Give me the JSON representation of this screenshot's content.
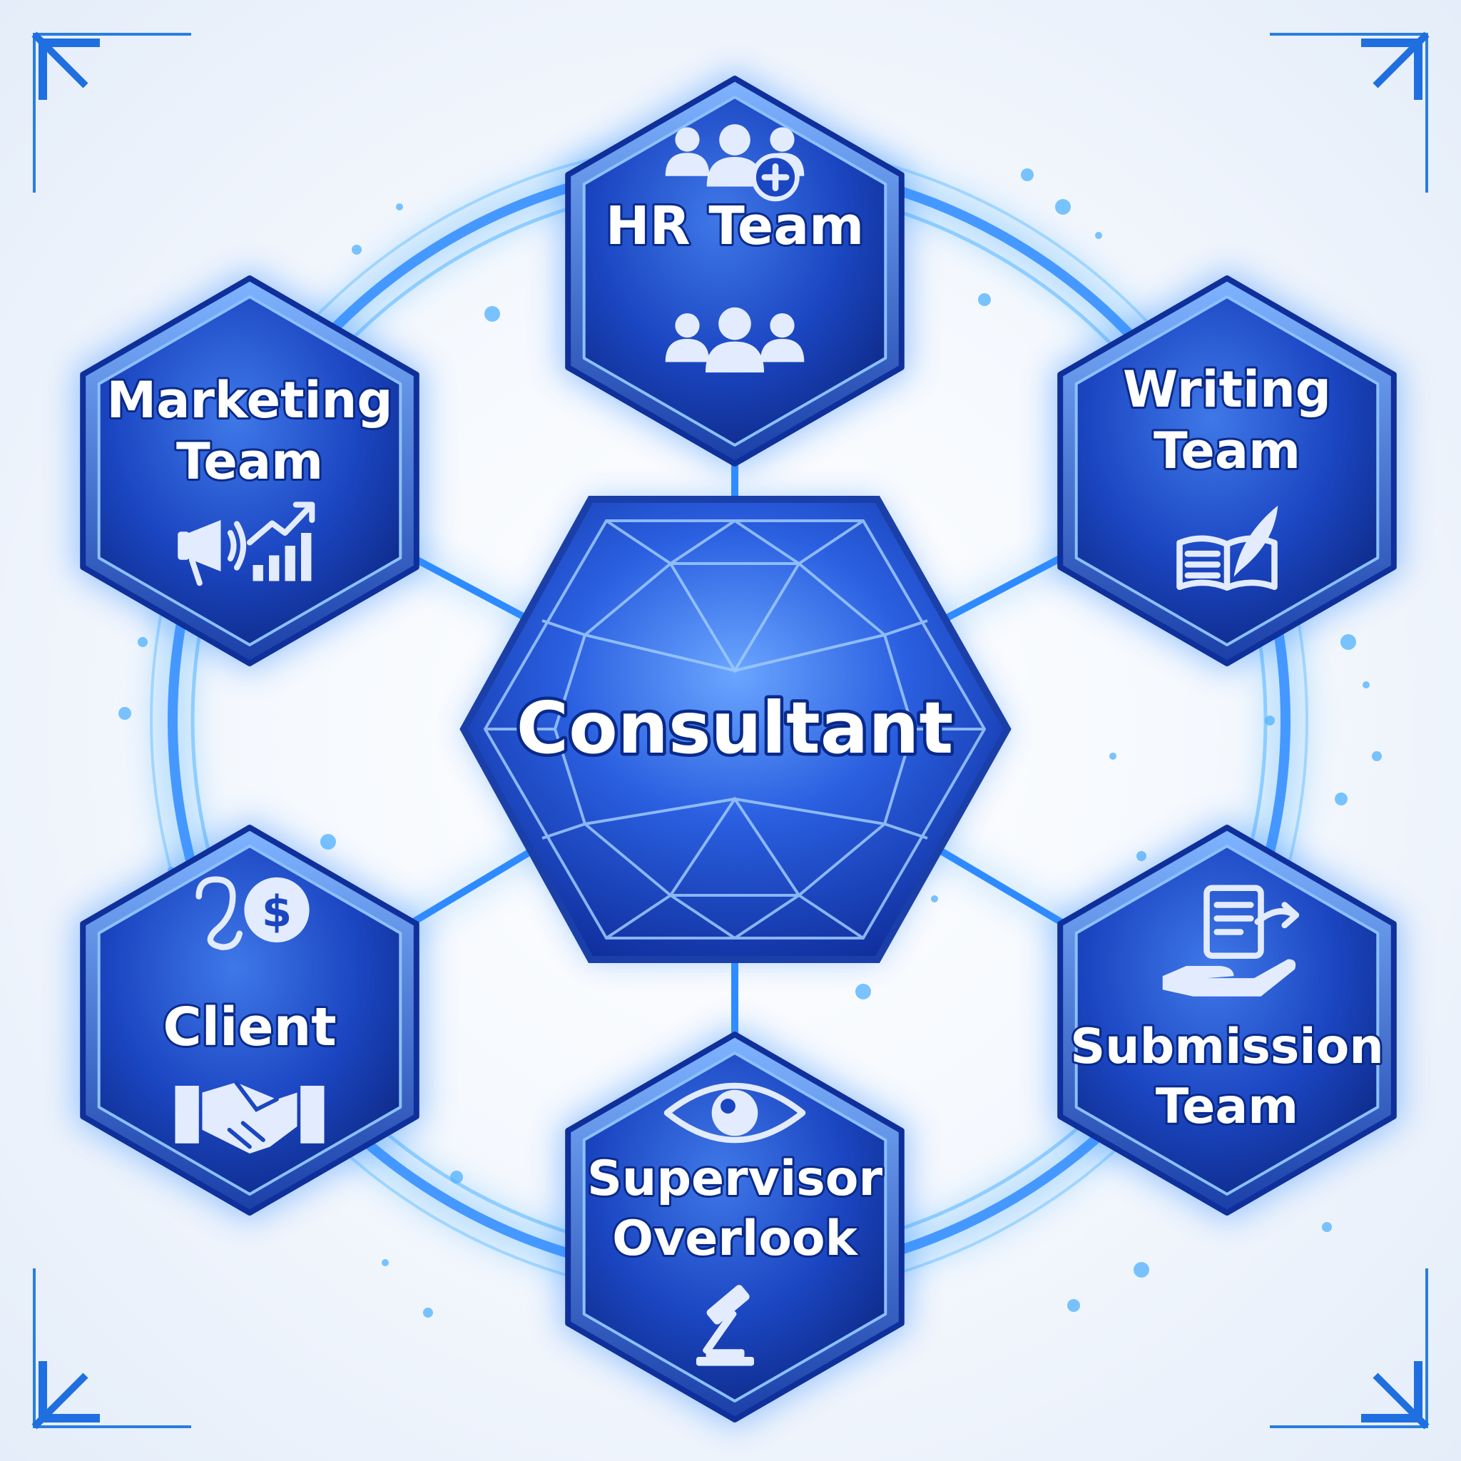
{
  "center": {
    "label": "Consultant"
  },
  "nodes": [
    {
      "id": "hr",
      "lines": [
        "HR Team"
      ],
      "icons": [
        "people-add-icon",
        "people-group-icon"
      ]
    },
    {
      "id": "marketing",
      "lines": [
        "Marketing",
        "Team"
      ],
      "icons": [
        "megaphone-growth-icon"
      ]
    },
    {
      "id": "writing",
      "lines": [
        "Writing",
        "Team"
      ],
      "icons": [
        "book-quill-icon"
      ]
    },
    {
      "id": "client",
      "lines": [
        "Client"
      ],
      "icons": [
        "payment-icon",
        "handshake-icon"
      ]
    },
    {
      "id": "submission",
      "lines": [
        "Submission",
        "Team"
      ],
      "icons": [
        "document-hand-icon"
      ]
    },
    {
      "id": "supervisor",
      "lines": [
        "Supervisor",
        "Overlook"
      ],
      "icons": [
        "eye-icon",
        "gavel-icon"
      ]
    }
  ],
  "colors": {
    "hex_dark": "#0b2a86",
    "hex_mid": "#1c4fd0",
    "hex_light": "#4f8bf2",
    "glow": "#3aa0ff",
    "text": "#ffffff"
  }
}
